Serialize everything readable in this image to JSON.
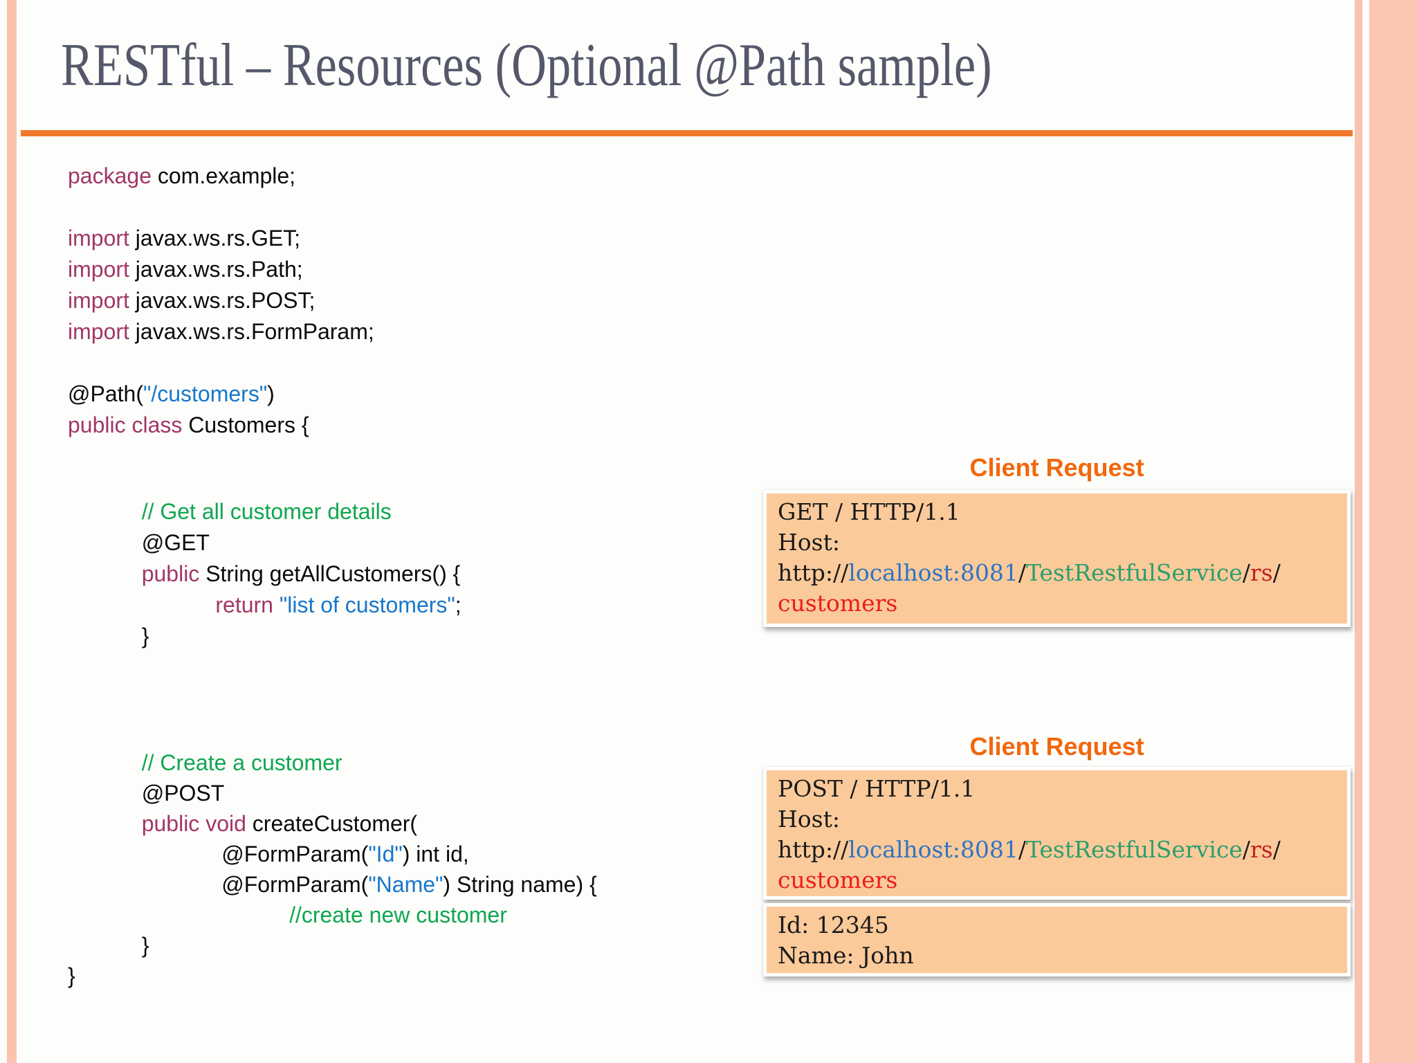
{
  "slide": {
    "title": "RESTful – Resources (Optional @Path sample)"
  },
  "colors": {
    "accent_orange": "#f0782a",
    "label_orange": "#f2670c",
    "box_fill": "#fbca9a",
    "side_stripe": "#fac3ae",
    "keyword_plum": "#a13768",
    "string_blue": "#1877cc",
    "comment_green": "#0ea750",
    "url_blue": "#2e74c4",
    "url_green": "#2c9e6e",
    "url_darkred": "#c22222",
    "url_red": "#ec1c1c",
    "title_slate": "#54586a"
  },
  "code": {
    "header": {
      "lines": [
        [
          {
            "t": "package ",
            "c": "kw"
          },
          {
            "t": "com.example;",
            "c": "pl"
          }
        ],
        [],
        [
          {
            "t": "import ",
            "c": "kw"
          },
          {
            "t": "javax.ws.rs.GET;",
            "c": "pl"
          }
        ],
        [
          {
            "t": "import ",
            "c": "kw"
          },
          {
            "t": "javax.ws.rs.Path;",
            "c": "pl"
          }
        ],
        [
          {
            "t": "import ",
            "c": "kw"
          },
          {
            "t": "javax.ws.rs.POST;",
            "c": "pl"
          }
        ],
        [
          {
            "t": "import ",
            "c": "kw"
          },
          {
            "t": "javax.ws.rs.FormParam;",
            "c": "pl"
          }
        ],
        [],
        [
          {
            "t": "@Path(",
            "c": "pl"
          },
          {
            "t": "\"/customers\"",
            "c": "str"
          },
          {
            "t": ")",
            "c": "pl"
          }
        ],
        [
          {
            "t": "public class ",
            "c": "kw"
          },
          {
            "t": "Customers {",
            "c": "pl"
          }
        ]
      ]
    },
    "method1": {
      "lines": [
        [
          {
            "t": "            ",
            "c": "pl"
          },
          {
            "t": "// Get all customer details",
            "c": "cm"
          }
        ],
        [
          {
            "t": "            @GET",
            "c": "pl"
          }
        ],
        [
          {
            "t": "            ",
            "c": "pl"
          },
          {
            "t": "public ",
            "c": "kw"
          },
          {
            "t": "String getAllCustomers() {",
            "c": "pl"
          }
        ],
        [
          {
            "t": "                        ",
            "c": "pl"
          },
          {
            "t": "return ",
            "c": "kw"
          },
          {
            "t": "\"list of customers\"",
            "c": "str"
          },
          {
            "t": ";",
            "c": "pl"
          }
        ],
        [
          {
            "t": "            }",
            "c": "pl"
          }
        ]
      ]
    },
    "method2": {
      "lines": [
        [
          {
            "t": "            ",
            "c": "pl"
          },
          {
            "t": "// Create a customer",
            "c": "cm"
          }
        ],
        [
          {
            "t": "            @POST",
            "c": "pl"
          }
        ],
        [
          {
            "t": "            ",
            "c": "pl"
          },
          {
            "t": "public void ",
            "c": "kw"
          },
          {
            "t": "createCustomer(",
            "c": "pl"
          }
        ],
        [
          {
            "t": "                         @FormParam(",
            "c": "pl"
          },
          {
            "t": "\"Id\"",
            "c": "str"
          },
          {
            "t": ") int id,",
            "c": "pl"
          }
        ],
        [
          {
            "t": "                         @FormParam(",
            "c": "pl"
          },
          {
            "t": "\"Name\"",
            "c": "str"
          },
          {
            "t": ") String name) {",
            "c": "pl"
          }
        ],
        [
          {
            "t": "                                    ",
            "c": "pl"
          },
          {
            "t": "//create new customer",
            "c": "cm"
          }
        ],
        [
          {
            "t": "            }",
            "c": "pl"
          }
        ],
        [
          {
            "t": "}",
            "c": "pl"
          }
        ]
      ]
    }
  },
  "client_requests": [
    {
      "label": "Client Request",
      "request_lines": [
        [
          {
            "t": "GET / HTTP/1.1",
            "c": "bk"
          }
        ],
        [
          {
            "t": "Host:",
            "c": "bk"
          }
        ],
        [
          {
            "t": "http://",
            "c": "bk"
          },
          {
            "t": "localhost:8081",
            "c": "bl"
          },
          {
            "t": "/",
            "c": "bk"
          },
          {
            "t": "TestRestfulService",
            "c": "gr"
          },
          {
            "t": "/",
            "c": "bk"
          },
          {
            "t": "rs",
            "c": "dr"
          },
          {
            "t": "/",
            "c": "bk"
          }
        ],
        [
          {
            "t": "customers",
            "c": "rd"
          }
        ]
      ]
    },
    {
      "label": "Client Request",
      "request_lines": [
        [
          {
            "t": "POST / HTTP/1.1",
            "c": "bk"
          }
        ],
        [
          {
            "t": "Host:",
            "c": "bk"
          }
        ],
        [
          {
            "t": "http://",
            "c": "bk"
          },
          {
            "t": "localhost:8081",
            "c": "bl"
          },
          {
            "t": "/",
            "c": "bk"
          },
          {
            "t": "TestRestfulService",
            "c": "gr"
          },
          {
            "t": "/",
            "c": "bk"
          },
          {
            "t": "rs",
            "c": "dr"
          },
          {
            "t": "/",
            "c": "bk"
          }
        ],
        [
          {
            "t": "customers",
            "c": "rd"
          }
        ]
      ],
      "body_lines": [
        [
          {
            "t": "Id: 12345",
            "c": "bk"
          }
        ],
        [
          {
            "t": "Name: John",
            "c": "bk"
          }
        ]
      ]
    }
  ]
}
